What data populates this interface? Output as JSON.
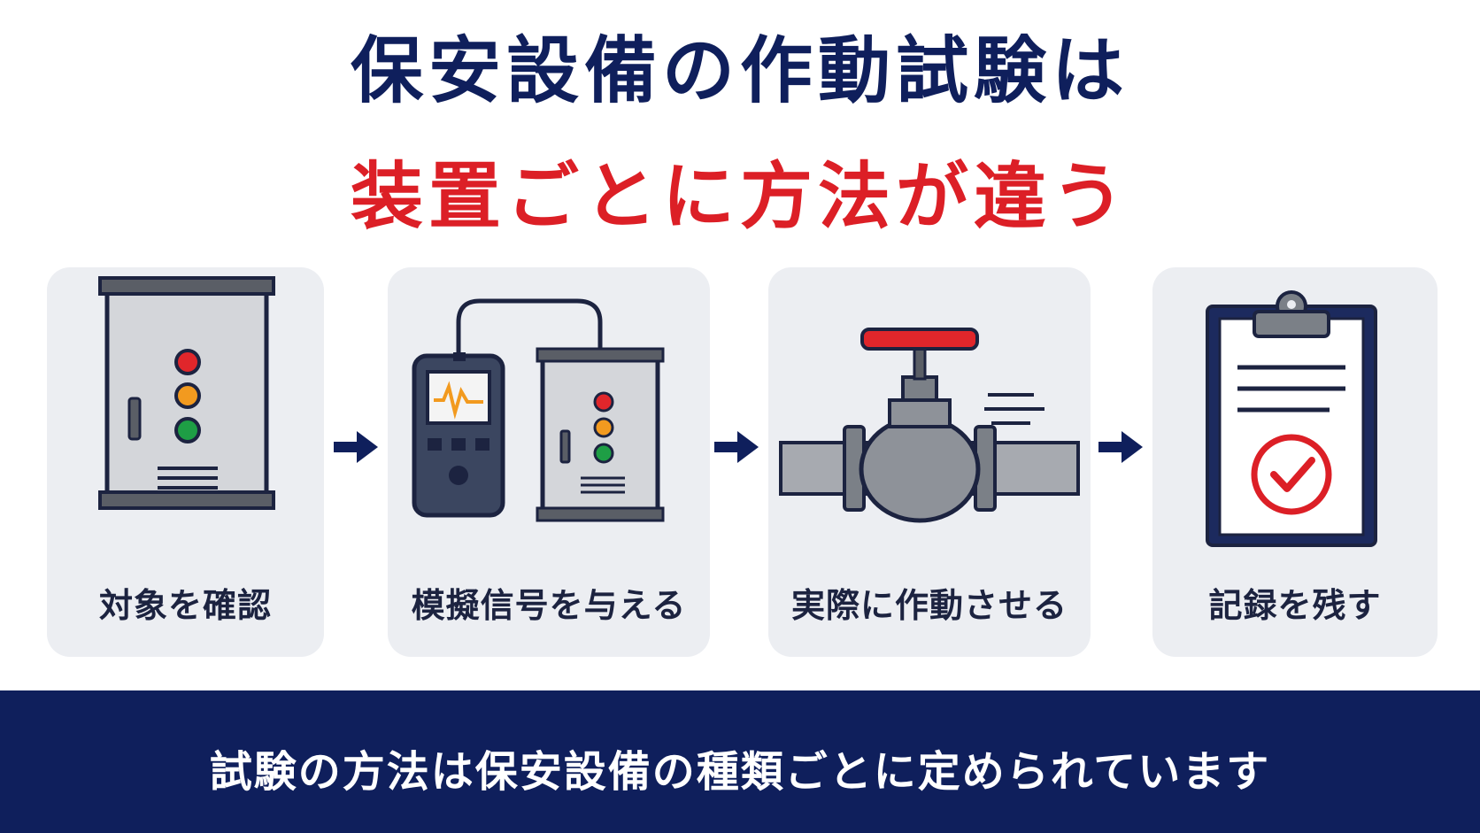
{
  "title": {
    "line1": "保安設備の作動試験は",
    "line2": "装置ごとに方法が違う"
  },
  "steps": [
    {
      "label": "対象を確認",
      "icon": "control-cabinet-icon"
    },
    {
      "label": "模擬信号を与える",
      "icon": "signal-tester-with-cabinet-icon"
    },
    {
      "label": "実際に作動させる",
      "icon": "valve-icon"
    },
    {
      "label": "記録を残す",
      "icon": "clipboard-check-icon"
    }
  ],
  "footer": {
    "text": "試験の方法は保安設備の種類ごとに定められています"
  },
  "colors": {
    "navy": "#0f1f5c",
    "red": "#dc1f26",
    "card_bg": "#eceef2",
    "lamp_red": "#e0262b",
    "lamp_orange": "#f29a1f",
    "lamp_green": "#1e9e45"
  }
}
